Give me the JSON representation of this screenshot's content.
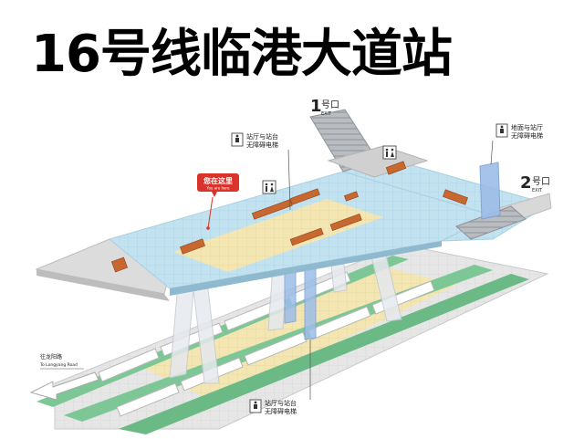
{
  "title": "16号线临港大道站",
  "exits": [
    {
      "number": "1",
      "label": "号口",
      "sub": "EXIT"
    },
    {
      "number": "2",
      "label": "号口",
      "sub": "EXIT"
    }
  ],
  "you_are_here": {
    "zh": "您在这里",
    "en": "You are here"
  },
  "elevator_labels": [
    {
      "line1": "站厅与站台",
      "line2": "无障碍电梯"
    },
    {
      "line1": "地面与站厅",
      "line2": "无障碍电梯"
    },
    {
      "line1": "站厅与站台",
      "line2": "无障碍电梯"
    }
  ],
  "direction": {
    "zh": "往龙阳路",
    "en": "To Longyang Road"
  },
  "icons": {
    "accessible_elevator": "accessible-elevator-icon",
    "restroom": "restroom-icon",
    "location_pin": "location-pin-icon",
    "arrow": "left-arrow-icon"
  },
  "colors": {
    "concourse_floor": "#bfe0ef",
    "paid_area": "#f4e7b4",
    "platform_edge": "#6fc08a",
    "train": "#ffffff",
    "gate": "#c8672f",
    "shaft": "#9dbde8",
    "pin": "#d9342b"
  }
}
